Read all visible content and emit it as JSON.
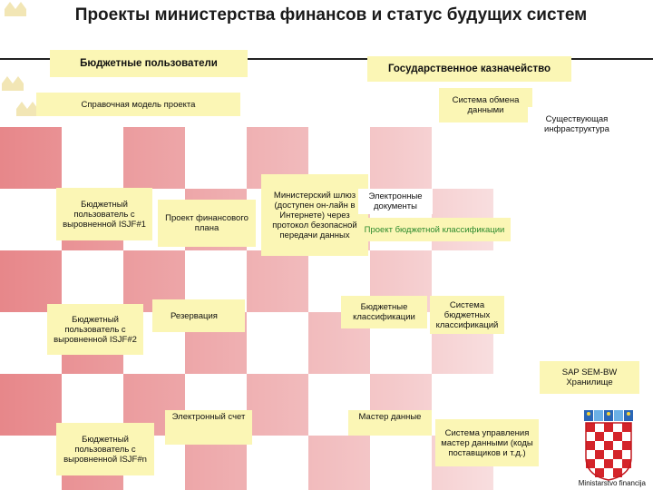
{
  "title": "Проекты министерства финансов и статус будущих систем",
  "boxes": {
    "budget_users": "Бюджетные пользователи",
    "treasury": "Государственное казначейство",
    "reference_model": "Справочная модель проекта",
    "exchange_system": "Система обмена данными",
    "existing_infra": "Существующая инфраструктура",
    "gateway": "Министерский шлюз (доступен он-лайн в Интернете) через протокол безопасной передачи данных",
    "e_documents": "Электронные документы",
    "budget_class_project": "Проект бюджетной классификации",
    "user1": "Бюджетный пользователь с выровненной ISJF#1",
    "fin_plan": "Проект финансового плана",
    "budget_classifications": "Бюджетные классификации",
    "class_system": "Система бюджетных классификаций",
    "user2": "Бюджетный пользователь с выровненной ISJF#2",
    "reservation": "Резервация",
    "sap": "SAP SEM-BW Хранилище",
    "e_account": "Электронный счет",
    "master_data": "Мастер данные",
    "mdm_system": "Система управления мастер данными (коды поставщиков и т.д.)",
    "usern": "Бюджетный пользователь с выровненной ISJF#n"
  },
  "footer": "Ministarstvo financija",
  "colors": {
    "box": "#fbf6b5",
    "green_text": "#2d8a2d",
    "checker_red": "#d4242a",
    "checker_fade": "#f2c9c9"
  },
  "icons": {
    "crest": "croatian-coat-of-arms-icon",
    "crowns": "crown-icon"
  }
}
